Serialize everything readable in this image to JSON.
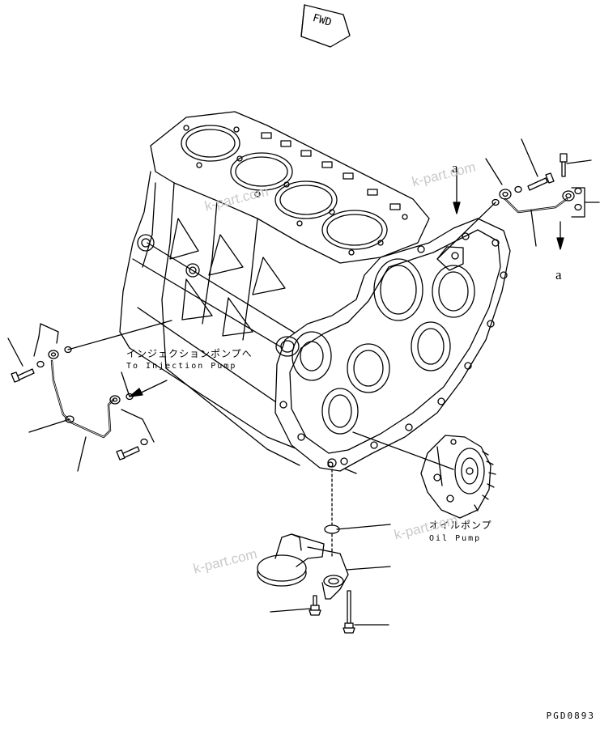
{
  "fwd_label": "FWD",
  "injection_pump": {
    "jp": "インジェクションポンプへ",
    "en": "To Injection Pump"
  },
  "oil_pump": {
    "jp": "オイルポンプ",
    "en": "Oil Pump"
  },
  "ref_a": "a",
  "watermark": "k-part.com",
  "drawing_code": "PGD0893"
}
